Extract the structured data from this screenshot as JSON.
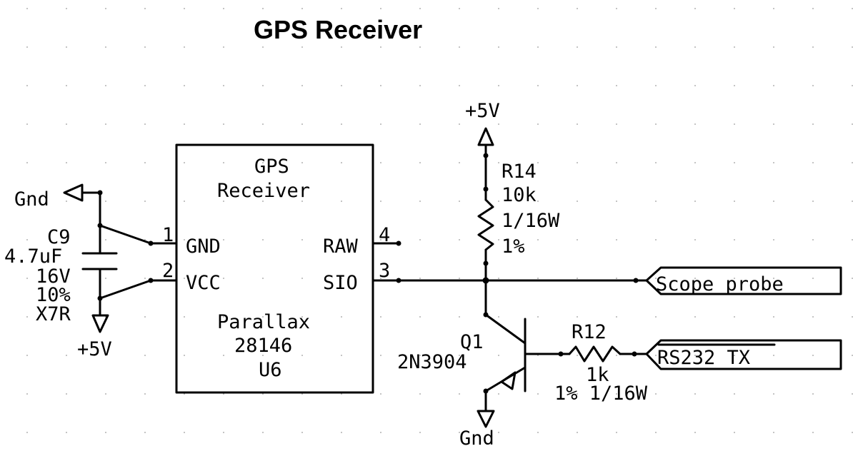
{
  "title": "GPS Receiver",
  "module": {
    "name_line1": "GPS",
    "name_line2": "Receiver",
    "manufacturer": "Parallax",
    "part_number": "28146",
    "ref": "U6",
    "pins": [
      {
        "number": "1",
        "name": "GND"
      },
      {
        "number": "2",
        "name": "VCC"
      },
      {
        "number": "4",
        "name": "RAW"
      },
      {
        "number": "3",
        "name": "SIO"
      }
    ]
  },
  "capacitor": {
    "ref": "C9",
    "value": "4.7uF",
    "voltage": "16V",
    "tolerance": "10%",
    "dielectric": "X7R"
  },
  "resistor_r14": {
    "ref": "R14",
    "value": "10k",
    "power": "1/16W",
    "tolerance": "1%"
  },
  "resistor_r12": {
    "ref": "R12",
    "value": "1k",
    "rating": "1% 1/16W"
  },
  "transistor": {
    "ref": "Q1",
    "part": "2N3904"
  },
  "power_labels": {
    "gnd_left": "Gnd",
    "vcc_left": "+5V",
    "vcc_top": "+5V",
    "gnd_bottom": "Gnd"
  },
  "ports": {
    "scope": "Scope probe",
    "rs232": "RS232 TX"
  }
}
